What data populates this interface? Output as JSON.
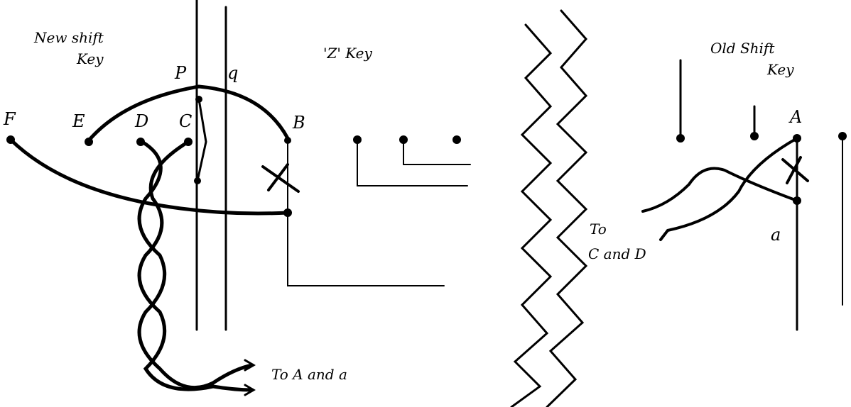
{
  "labels": {
    "new_shift_key": "New shift",
    "new_shift_key2": "Key",
    "z_key": "'Z' Key",
    "old_shift_key": "Old Shift",
    "old_shift_key2": "Key",
    "p": "P",
    "q": "q",
    "f": "F",
    "e": "E",
    "d": "D",
    "c": "C",
    "b": "B",
    "a_upper": "A",
    "a_lower": "a",
    "to_c_and_d": "To",
    "to_c_and_d2": "C and D",
    "to_a_and_a": "To A and a"
  }
}
